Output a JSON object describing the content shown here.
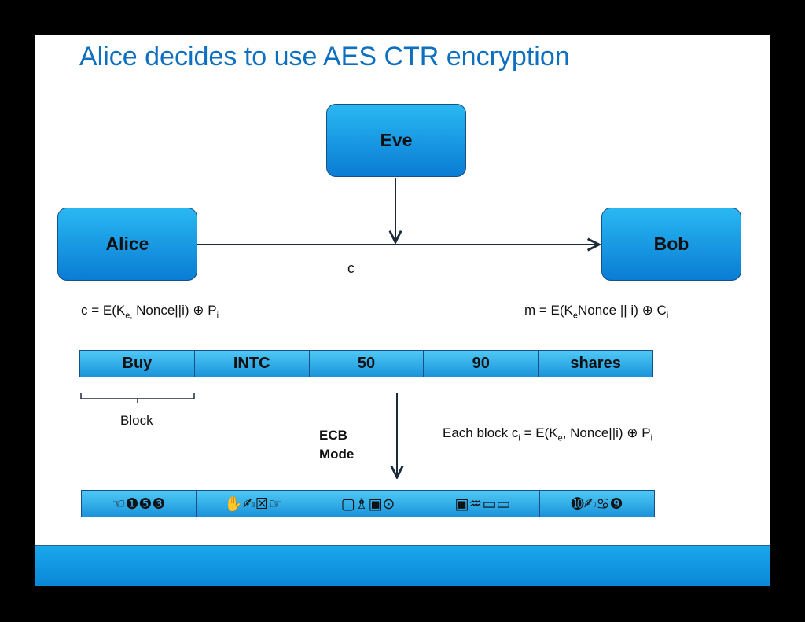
{
  "title": "Alice decides to use AES CTR encryption",
  "nodes": {
    "eve": "Eve",
    "alice": "Alice",
    "bob": "Bob"
  },
  "channel_label": "c",
  "enc_formula": {
    "prefix": "c = E(K",
    "sub_key": "e,",
    "mid": " Nonce||i) ⊕ P",
    "sub_i": "i"
  },
  "dec_formula": {
    "prefix": "m = E(K",
    "sub_key": "e",
    "mid": "Nonce || i) ⊕ C",
    "sub_i": "i"
  },
  "plaintext_blocks": [
    "Buy",
    "INTC",
    "50",
    "90",
    "shares"
  ],
  "block_label": "Block",
  "mode_label": {
    "line1": "ECB",
    "line2": "Mode"
  },
  "block_formula": {
    "prefix": "Each block c",
    "sub_c": "i",
    "mid": " = E(K",
    "sub_key": "e",
    "rest": ", Nonce||i) ⊕ P",
    "sub_i": "i"
  },
  "cipher_blocks": [
    "☜❶❺❸",
    "✋✍☒☞",
    "▢♗▣⊙",
    "▣♒▭▭",
    "➓✍♋❾"
  ],
  "colors": {
    "title": "#0e6fc0",
    "accent": "#1a93db",
    "line": "#1a2a3a"
  }
}
